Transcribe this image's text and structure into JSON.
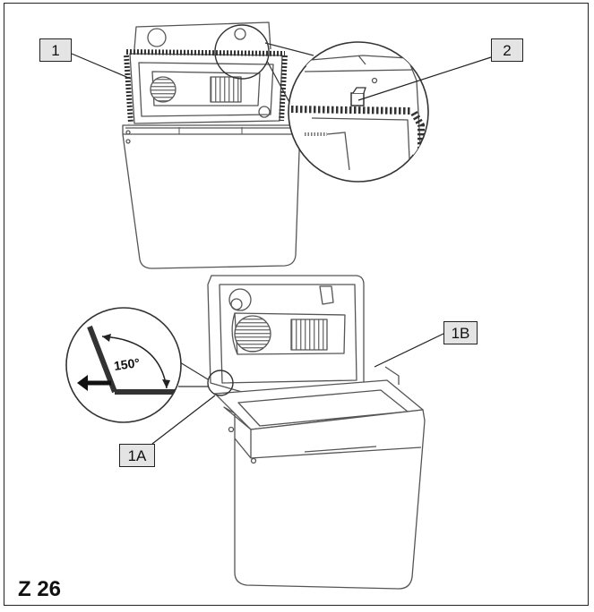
{
  "figure": {
    "id_label": "Z 26",
    "callouts": {
      "c1": "1",
      "c2": "2",
      "c1a": "1A",
      "c1b": "1B"
    },
    "angle_label": "150°"
  },
  "colors": {
    "line": "#555555",
    "dark_line": "#222222",
    "label_bg": "#e4e4e4",
    "hatch": "#444444"
  }
}
